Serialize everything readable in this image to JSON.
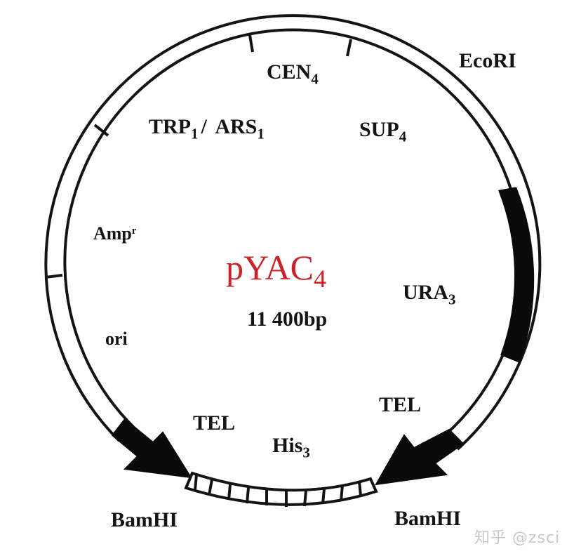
{
  "plasmid": {
    "name": "pYAC",
    "name_subscript": "4",
    "size": "11 400bp",
    "title_color": "#c8232a"
  },
  "labels": {
    "cen": {
      "text": "CEN",
      "sub": "4"
    },
    "trp_ars": {
      "text1": "TRP",
      "sub1": "1",
      "sep": "/ ",
      "text2": "ARS",
      "sub2": "1"
    },
    "sup": {
      "text": "SUP",
      "sub": "4"
    },
    "ecori": {
      "text": "EcoRI"
    },
    "amp": {
      "text": "Amp",
      "sup": "r"
    },
    "ori": {
      "text": "ori"
    },
    "ura": {
      "text": "URA",
      "sub": "3"
    },
    "tel_left": {
      "text": "TEL"
    },
    "tel_right": {
      "text": "TEL"
    },
    "his": {
      "text": "His",
      "sub": "3"
    },
    "bamhi_left": {
      "text": "BamHI"
    },
    "bamhi_right": {
      "text": "BamHI"
    }
  },
  "colors": {
    "line": "#141414",
    "fill_black": "#0a0a0a",
    "background": "#ffffff"
  },
  "watermark": "知乎 @zsci"
}
